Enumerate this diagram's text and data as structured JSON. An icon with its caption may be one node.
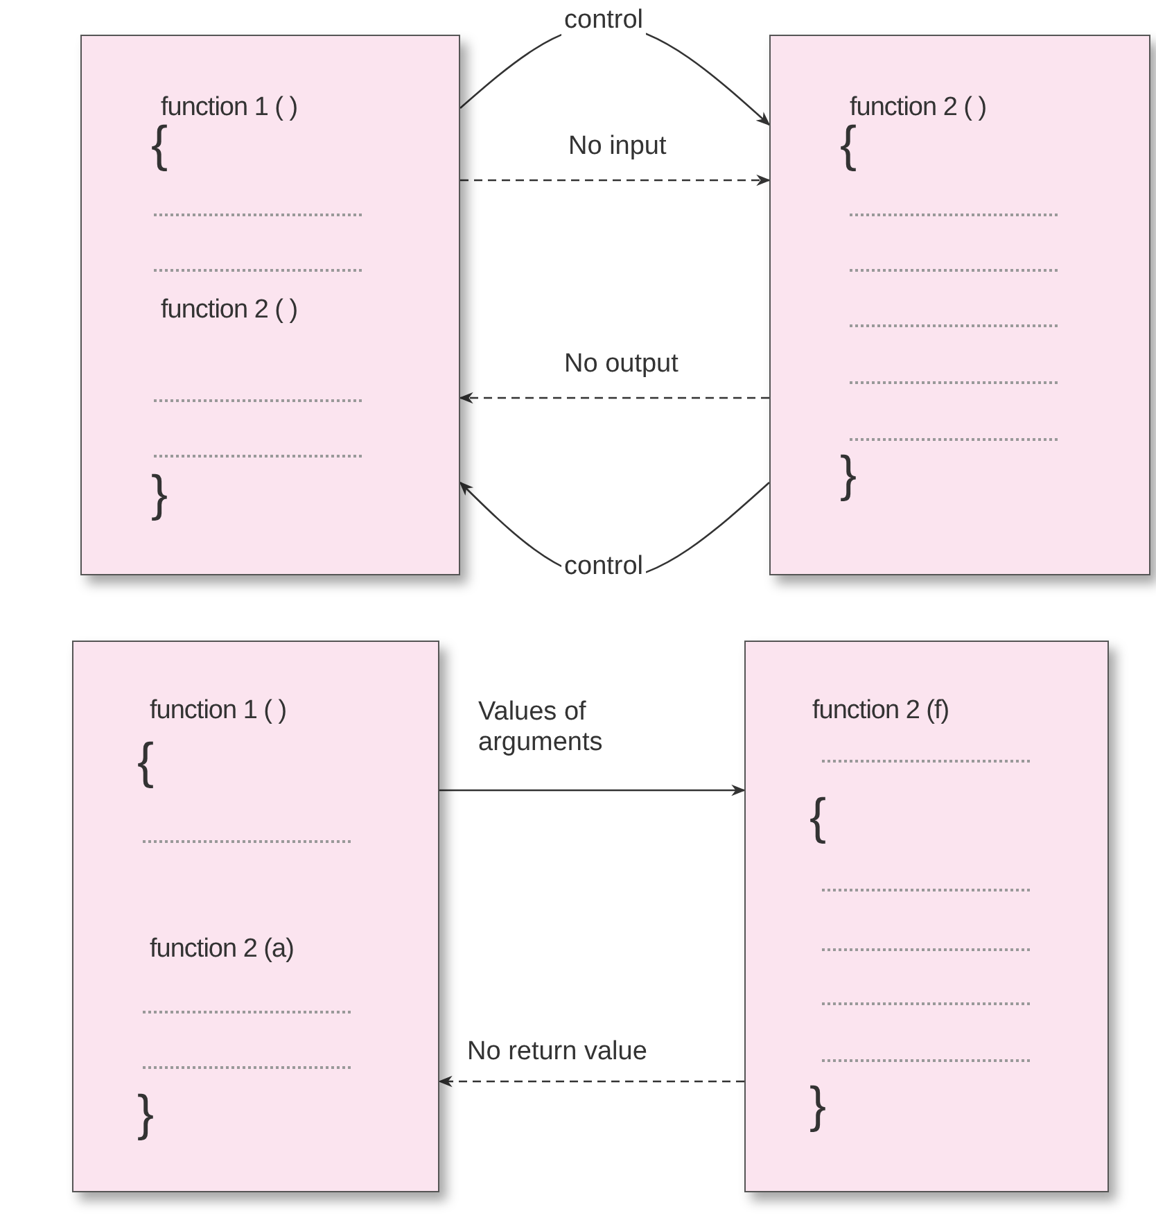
{
  "diagram": {
    "nodes": [
      {
        "text": [
          "function 1 ( )",
          "{",
          "function 2 ( )",
          "}"
        ]
      },
      {
        "text": [
          "function 2 ( )",
          "{",
          "}"
        ]
      },
      {
        "text": [
          "function 1 ( )",
          "{",
          "function 2 (a)",
          "}"
        ]
      },
      {
        "text": [
          "function 2 (f)",
          "{",
          "}"
        ]
      }
    ],
    "edges": [
      {
        "from": 0,
        "to": 1,
        "arrow": "to",
        "label": "control"
      },
      {
        "from": 0,
        "to": 1,
        "arrow": "to",
        "label": "No input",
        "style": "dashed"
      },
      {
        "from": 1,
        "to": 0,
        "arrow": "to",
        "label": "No output",
        "style": "dashed"
      },
      {
        "from": 1,
        "to": 0,
        "arrow": "to",
        "label": "control"
      },
      {
        "from": 2,
        "to": 3,
        "arrow": "to",
        "label": "Values of arguments"
      },
      {
        "from": 3,
        "to": 2,
        "arrow": "to",
        "label": "No return value",
        "style": "dashed"
      }
    ]
  }
}
